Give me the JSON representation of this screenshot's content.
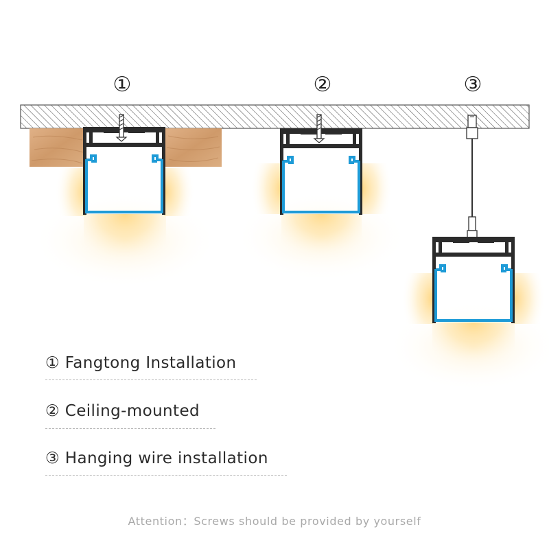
{
  "diagram": {
    "methods": [
      {
        "number": "①",
        "label": "Fangtong Installation"
      },
      {
        "number": "②",
        "label": "Ceiling-mounted"
      },
      {
        "number": "③",
        "label": "Hanging wire installation"
      }
    ],
    "note": "Attention：Screws should be provided by yourself"
  },
  "colors": {
    "profile": "#2b2b2b",
    "diffuser_edge": "#1e9bd7",
    "glow": "#ffd98a",
    "wood": "#d9a77a",
    "ceiling_hatch": "#444444"
  }
}
